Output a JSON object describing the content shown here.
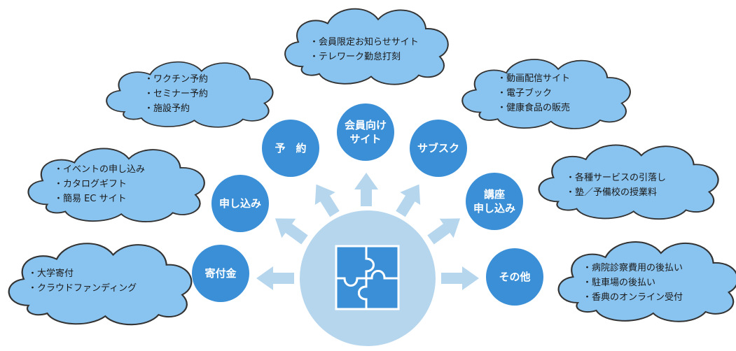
{
  "colors": {
    "cloud_fill": "#89c3ef",
    "cloud_stroke": "#333333",
    "circle_fill": "#3a8fd6",
    "center_fill": "#b6d6ee",
    "arrow_fill": "#b6d6ee",
    "puzzle_fill": "#3a8fd6"
  },
  "center": {
    "icon": "puzzle-icon"
  },
  "circles": {
    "kifu": "寄付金",
    "moushikomi": "申し込み",
    "yoyaku": "予　約",
    "kaiin_line1": "会員向け",
    "kaiin_line2": "サイト",
    "sabusuku": "サブスク",
    "kouza_line1": "講座",
    "kouza_line2": "申し込み",
    "sonota": "その他"
  },
  "clouds": {
    "kifu": [
      "大学寄付",
      "クラウドファンディング"
    ],
    "moushikomi": [
      "イベントの申し込み",
      "カタログギフト",
      "簡易 EC サイト"
    ],
    "yoyaku": [
      "ワクチン予約",
      "セミナー予約",
      "施設予約"
    ],
    "kaiin": [
      "会員限定お知らせサイト",
      "テレワーク勤怠打刻"
    ],
    "sabusuku": [
      "動画配信サイト",
      "電子ブック",
      "健康食品の販売"
    ],
    "kouza": [
      "各種サービスの引落し",
      "塾／予備校の授業料"
    ],
    "sonota": [
      "病院診察費用の後払い",
      "駐車場の後払い",
      "香典のオンライン受付"
    ]
  }
}
